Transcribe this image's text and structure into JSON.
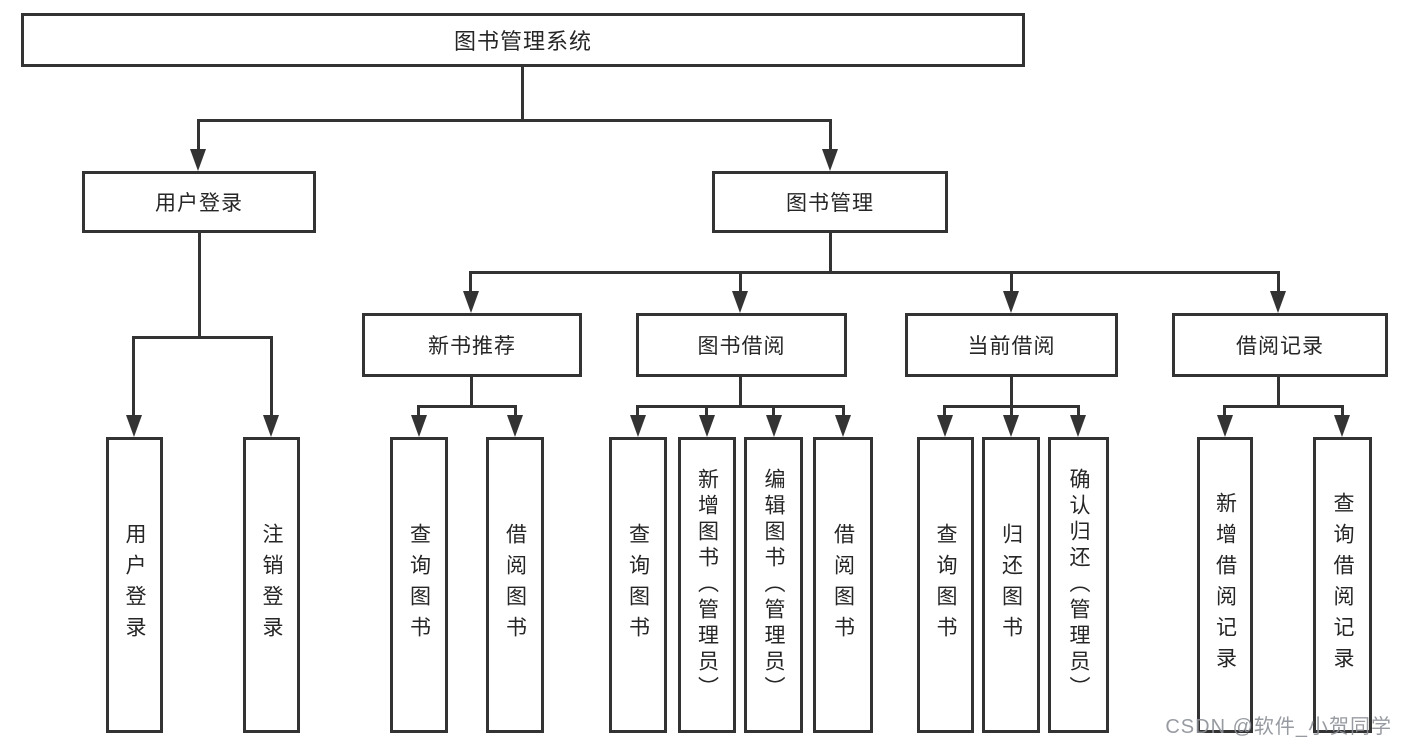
{
  "diagram": {
    "title": "图书管理系统",
    "branches": [
      {
        "label": "用户登录",
        "children": [
          {
            "label": "用户登录"
          },
          {
            "label": "注销登录"
          }
        ]
      },
      {
        "label": "图书管理",
        "children": [
          {
            "label": "新书推荐",
            "children": [
              {
                "label": "查询图书"
              },
              {
                "label": "借阅图书"
              }
            ]
          },
          {
            "label": "图书借阅",
            "children": [
              {
                "label": "查询图书"
              },
              {
                "label": "新增图书（管理员）"
              },
              {
                "label": "编辑图书（管理员）"
              },
              {
                "label": "借阅图书"
              }
            ]
          },
          {
            "label": "当前借阅",
            "children": [
              {
                "label": "查询图书"
              },
              {
                "label": "归还图书"
              },
              {
                "label": "确认归还（管理员）"
              }
            ]
          },
          {
            "label": "借阅记录",
            "children": [
              {
                "label": "新增借阅记录"
              },
              {
                "label": "查询借阅记录"
              }
            ]
          }
        ]
      }
    ]
  },
  "watermark": {
    "text": "CSDN @软件_小贺同学"
  },
  "colors": {
    "line": "#333333",
    "text": "#262626",
    "background": "#ffffff",
    "watermark": "#8c9097"
  }
}
